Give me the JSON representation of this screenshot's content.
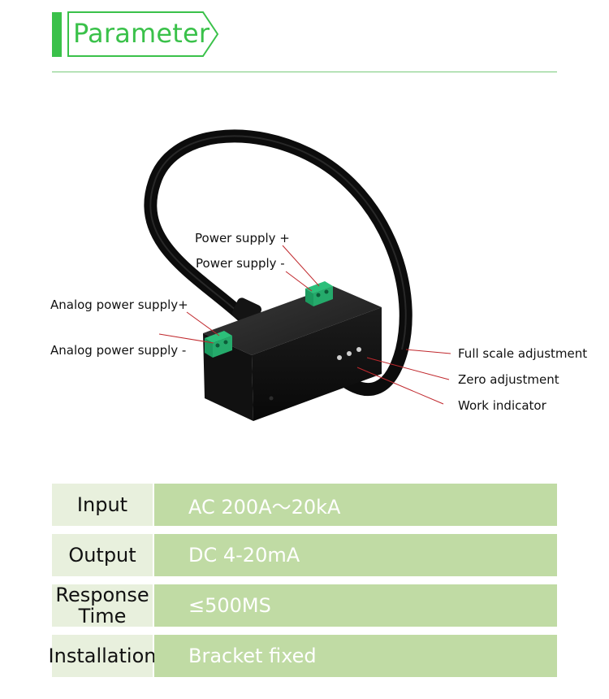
{
  "header": {
    "title": "Parameter"
  },
  "colors": {
    "accent": "#3ac14a",
    "key_bg": "#e8f0dd",
    "value_bg": "#c0dba4"
  },
  "callouts": {
    "power_plus": "Power supply +",
    "power_minus": "Power supply -",
    "analog_plus": "Analog power supply+",
    "analog_minus": "Analog power supply -",
    "full_scale": "Full scale adjustment",
    "zero_adj": "Zero adjustment",
    "work_indicator": "Work indicator"
  },
  "params": [
    {
      "key": "Input",
      "value": "AC 200A～20kA"
    },
    {
      "key": "Output",
      "value": "DC 4-20mA"
    },
    {
      "key": "Response Time",
      "value": "≤500MS"
    },
    {
      "key": "Installation",
      "value": "Bracket fixed"
    }
  ]
}
